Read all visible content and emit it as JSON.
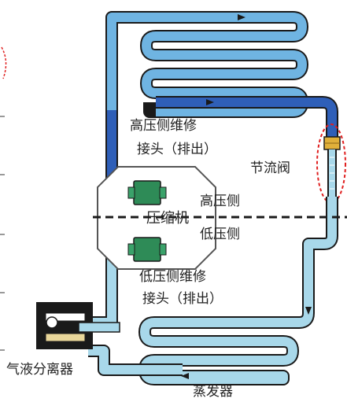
{
  "labels": {
    "high_pressure_port_line1": "高压侧维修",
    "high_pressure_port_line2": "接头（排出）",
    "expansion_valve": "节流阀",
    "high_pressure_side": "高压侧",
    "low_pressure_side": "低压侧",
    "compressor": "压缩机",
    "low_pressure_port_line1": "低压侧维修",
    "low_pressure_port_line2": "接头（排出）",
    "accumulator": "气液分离器",
    "evaporator": "蒸发器"
  },
  "colors": {
    "high_pressure_pipe": "#2f5fb8",
    "high_pressure_pipe_dark": "#1c3d8a",
    "pipe_light": "#7fb9e0",
    "low_pressure_pipe": "#a8d8ea",
    "pipe_outline": "#1a1a1a",
    "service_port": "#2e8b57",
    "valve_body": "#e0b03a",
    "highlight_circle": "#e02020"
  }
}
